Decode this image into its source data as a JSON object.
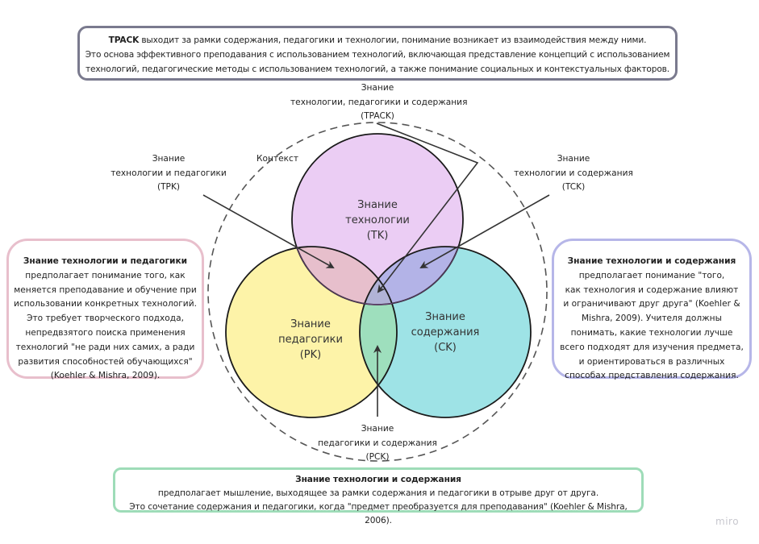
{
  "top_box": {
    "bold": "TPACK",
    "line1_rest": " выходит за рамки содержания, педагогики и технологии, понимание возникает из взаимодействия между ними.",
    "line2": "Это основа эффективного преподавания с использованием технологий, включающая представление концепций с использованием",
    "line3": "технологий, педагогические методы с использованием технологий, а также понимание социальных и контекстуальных факторов."
  },
  "labels": {
    "tpack": [
      "Знание",
      "технологии, педагогики и содержания",
      "(TPACK)"
    ],
    "tpk": [
      "Знание",
      "технологии и педагогики",
      "(TPK)"
    ],
    "tck": [
      "Знание",
      "технологии и содержания",
      "(TCK)"
    ],
    "pck": [
      "Знание",
      "педагогики и содержания",
      "(PCK)"
    ],
    "context": "Контекст"
  },
  "circles": {
    "tk": {
      "lines": [
        "Знание",
        "технологии",
        "(TK)"
      ],
      "color": "#e8c4f2"
    },
    "pk": {
      "lines": [
        "Знание",
        "педагогики",
        "(PK)"
      ],
      "color": "#fdf3a8"
    },
    "ck": {
      "lines": [
        "Знание",
        "содержания",
        "(CK)"
      ],
      "color": "#9ee3e6"
    }
  },
  "left_box": {
    "title": "Знание технологии и педагогики",
    "lines": [
      "предполагает понимание того, как",
      "меняется преподавание и обучение при",
      "использовании конкретных технологий.",
      "Это требует творческого подхода,",
      "непредвзятого поиска применения",
      "технологий \"не ради них самих, а ради",
      "развития способностей обучающихся\"",
      "(Koehler & Mishra, 2009)."
    ]
  },
  "right_box": {
    "title": "Знание технологии и содержания",
    "lines": [
      "предполагает понимание \"того,",
      "как технология и содержание влияют",
      "и ограничивают друг друга\" (Koehler &",
      "Mishra, 2009). Учителя должны",
      "понимать, какие технологии лучше",
      "всего подходят для изучения предмета,",
      "и ориентироваться в различных",
      "способах представления содержания."
    ]
  },
  "bottom_box": {
    "title": "Знание технологии и содержания",
    "line1": "предполагает мышление, выходящее за рамки содержания и педагогики в отрыве друг от друга.",
    "line2": "Это сочетание содержания и педагогики, когда \"предмет преобразуется для преподавания\" (Koehler & Mishra, 2006)."
  },
  "watermark": "miro",
  "colors": {
    "top_border": "#7a7a8e",
    "left_border": "#e8bfcc",
    "right_border": "#b6b6e8",
    "bottom_border": "#9edcb8"
  }
}
